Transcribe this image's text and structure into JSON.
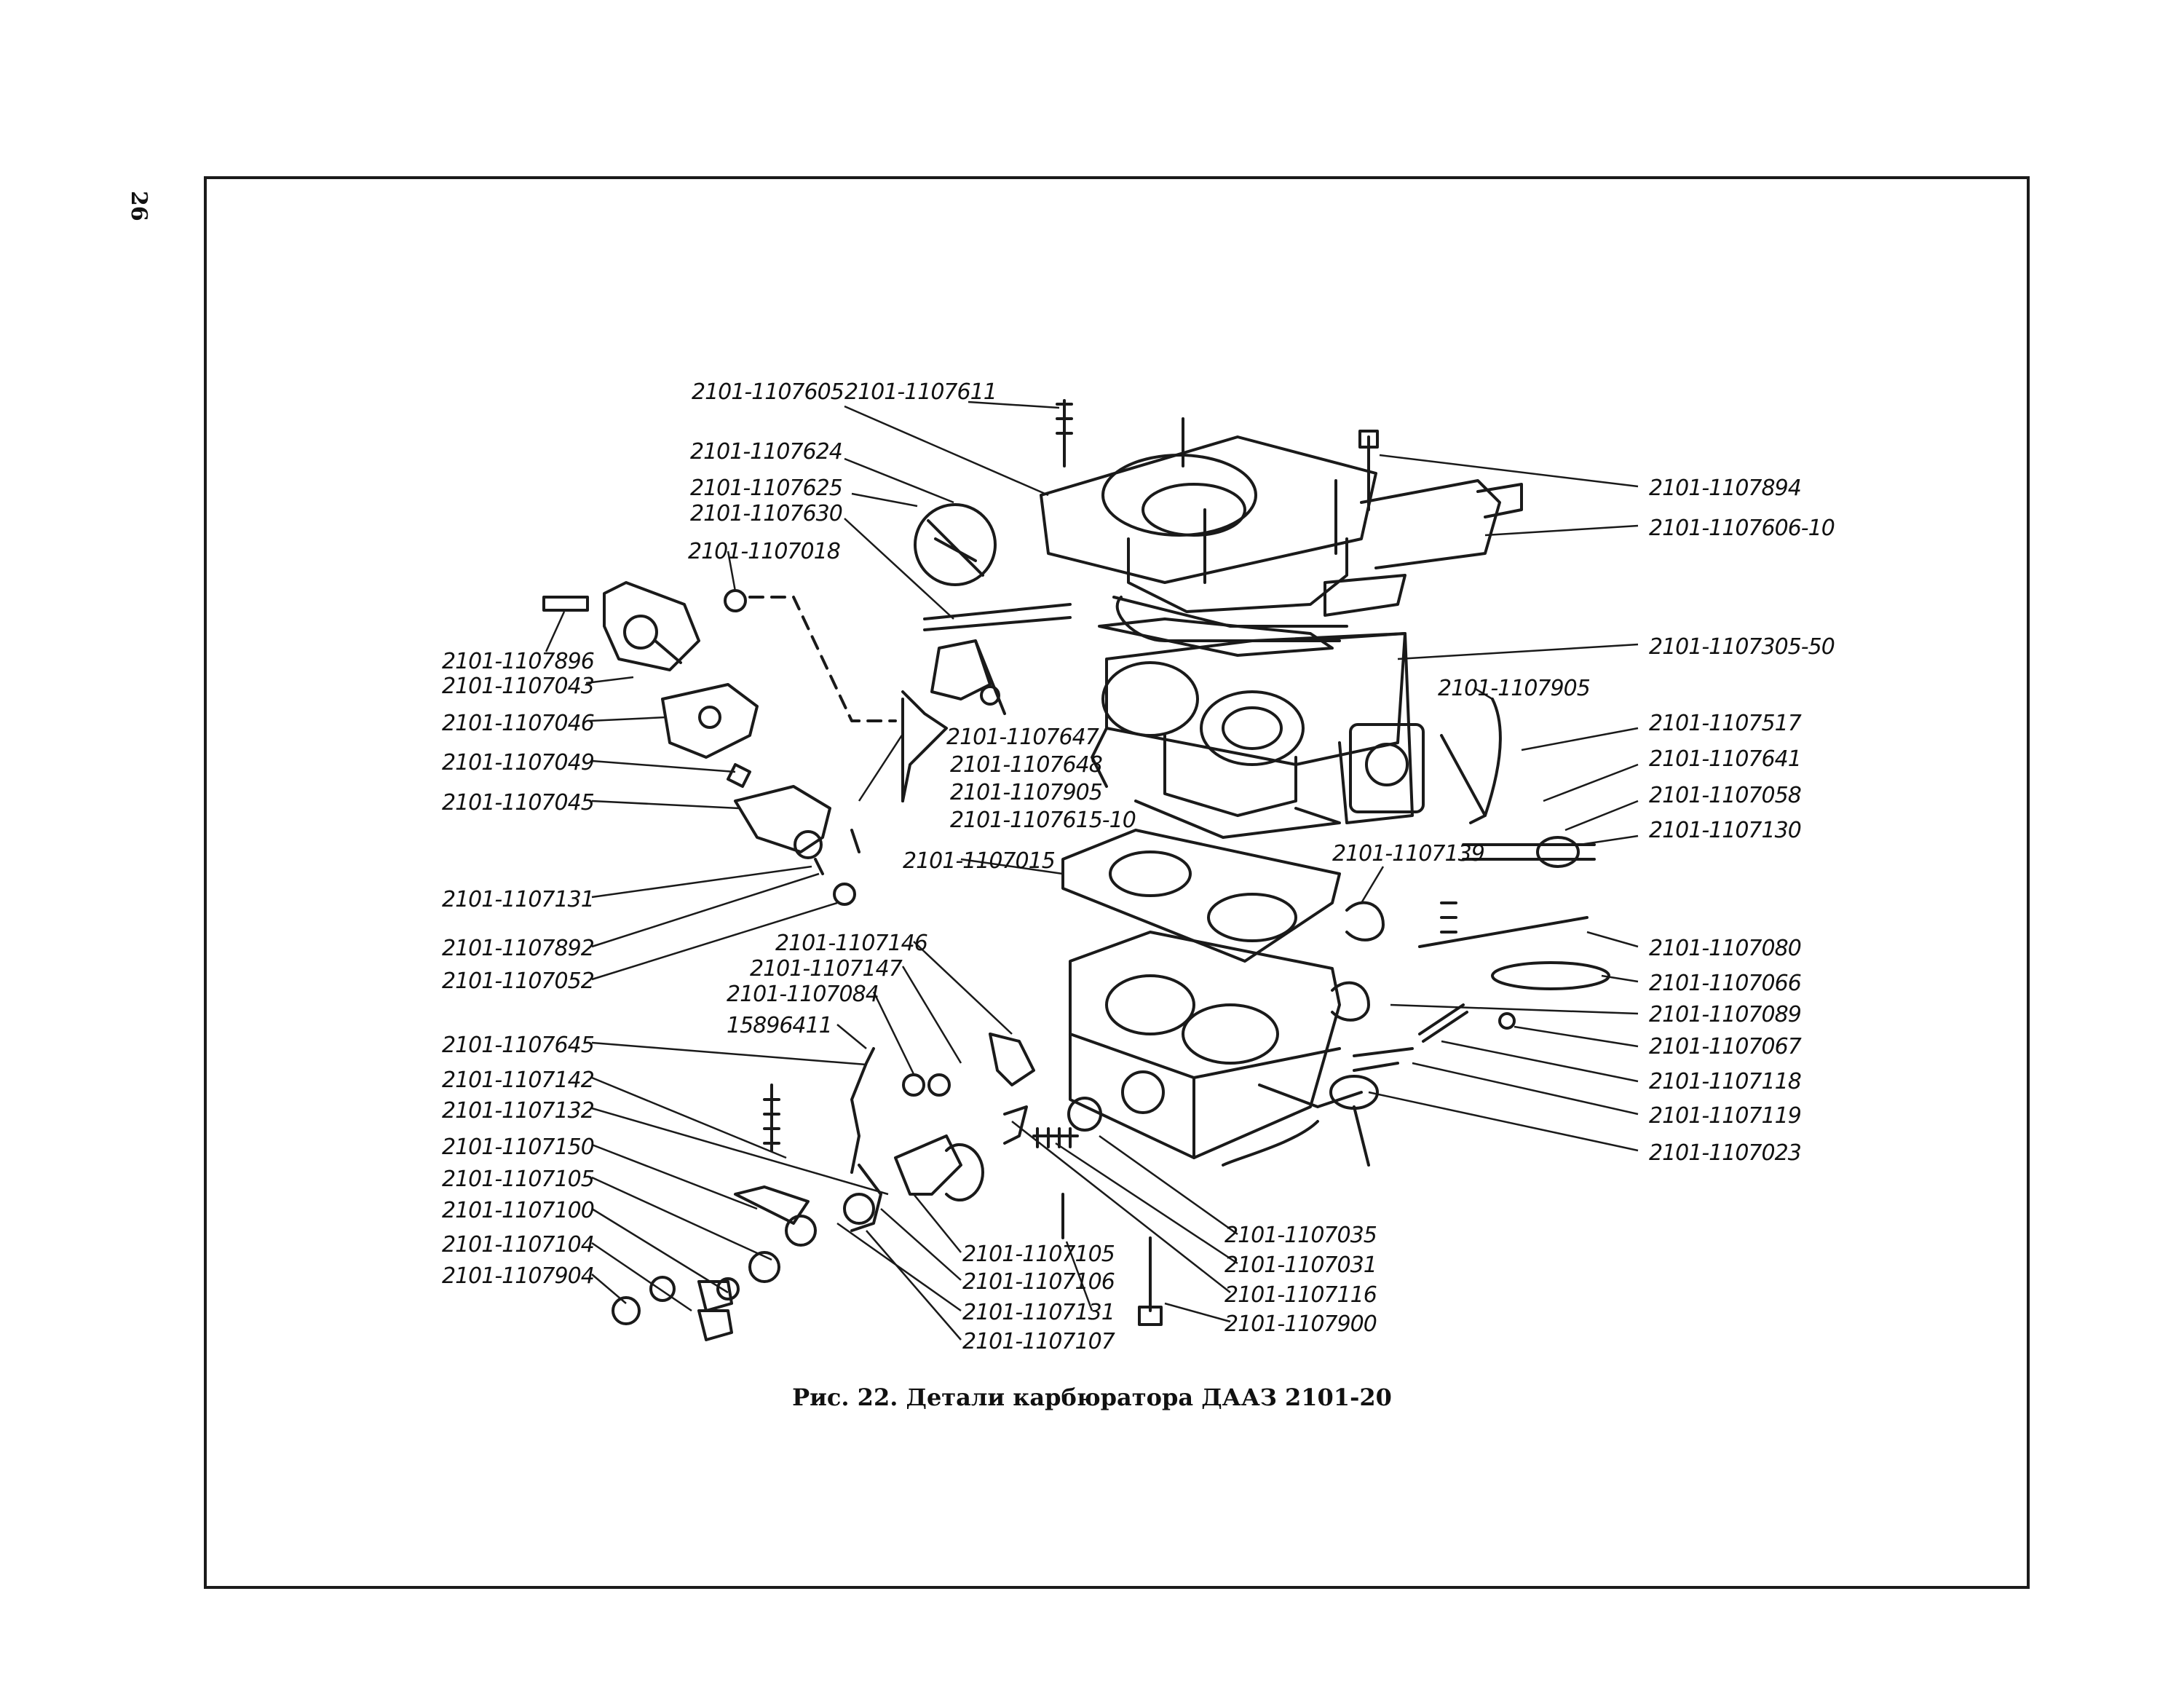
{
  "page_number": "26",
  "caption": "Рис. 22. Детали карбюратора ДААЗ 2101-20",
  "callouts": [
    {
      "text": "2101-1107605"
    },
    {
      "text": "2101-1107611"
    },
    {
      "text": "2101-1107624"
    },
    {
      "text": "2101-1107625"
    },
    {
      "text": "2101-1107630"
    },
    {
      "text": "2101-1107018"
    },
    {
      "text": "2101-1107896"
    },
    {
      "text": "2101-1107043"
    },
    {
      "text": "2101-1107046"
    },
    {
      "text": "2101-1107049"
    },
    {
      "text": "2101-1107045"
    },
    {
      "text": "2101-1107131"
    },
    {
      "text": "2101-1107892"
    },
    {
      "text": "2101-1107052"
    },
    {
      "text": "2101-1107645"
    },
    {
      "text": "2101-1107142"
    },
    {
      "text": "2101-1107132"
    },
    {
      "text": "2101-1107150"
    },
    {
      "text": "2101-1107105"
    },
    {
      "text": "2101-1107100"
    },
    {
      "text": "2101-1107104"
    },
    {
      "text": "2101-1107904"
    },
    {
      "text": "2101-1107647"
    },
    {
      "text": "2101-1107648"
    },
    {
      "text": "2101-1107905"
    },
    {
      "text": "2101-1107615-10"
    },
    {
      "text": "2101-1107015"
    },
    {
      "text": "2101-1107146"
    },
    {
      "text": "2101-1107147"
    },
    {
      "text": "2101-1107084"
    },
    {
      "text": "15896411"
    },
    {
      "text": "2101-1107105"
    },
    {
      "text": "2101-1107106"
    },
    {
      "text": "2101-1107131"
    },
    {
      "text": "2101-1107107"
    },
    {
      "text": "2101-1107894"
    },
    {
      "text": "2101-1107606-10"
    },
    {
      "text": "2101-1107305-50"
    },
    {
      "text": "2101-1107905"
    },
    {
      "text": "2101-1107517"
    },
    {
      "text": "2101-1107641"
    },
    {
      "text": "2101-1107058"
    },
    {
      "text": "2101-1107130"
    },
    {
      "text": "2101-1107139"
    },
    {
      "text": "2101-1107080"
    },
    {
      "text": "2101-1107066"
    },
    {
      "text": "2101-1107089"
    },
    {
      "text": "2101-1107067"
    },
    {
      "text": "2101-1107118"
    },
    {
      "text": "2101-1107119"
    },
    {
      "text": "2101-1107023"
    },
    {
      "text": "2101-1107035"
    },
    {
      "text": "2101-1107031"
    },
    {
      "text": "2101-1107116"
    },
    {
      "text": "2101-1107900"
    }
  ]
}
